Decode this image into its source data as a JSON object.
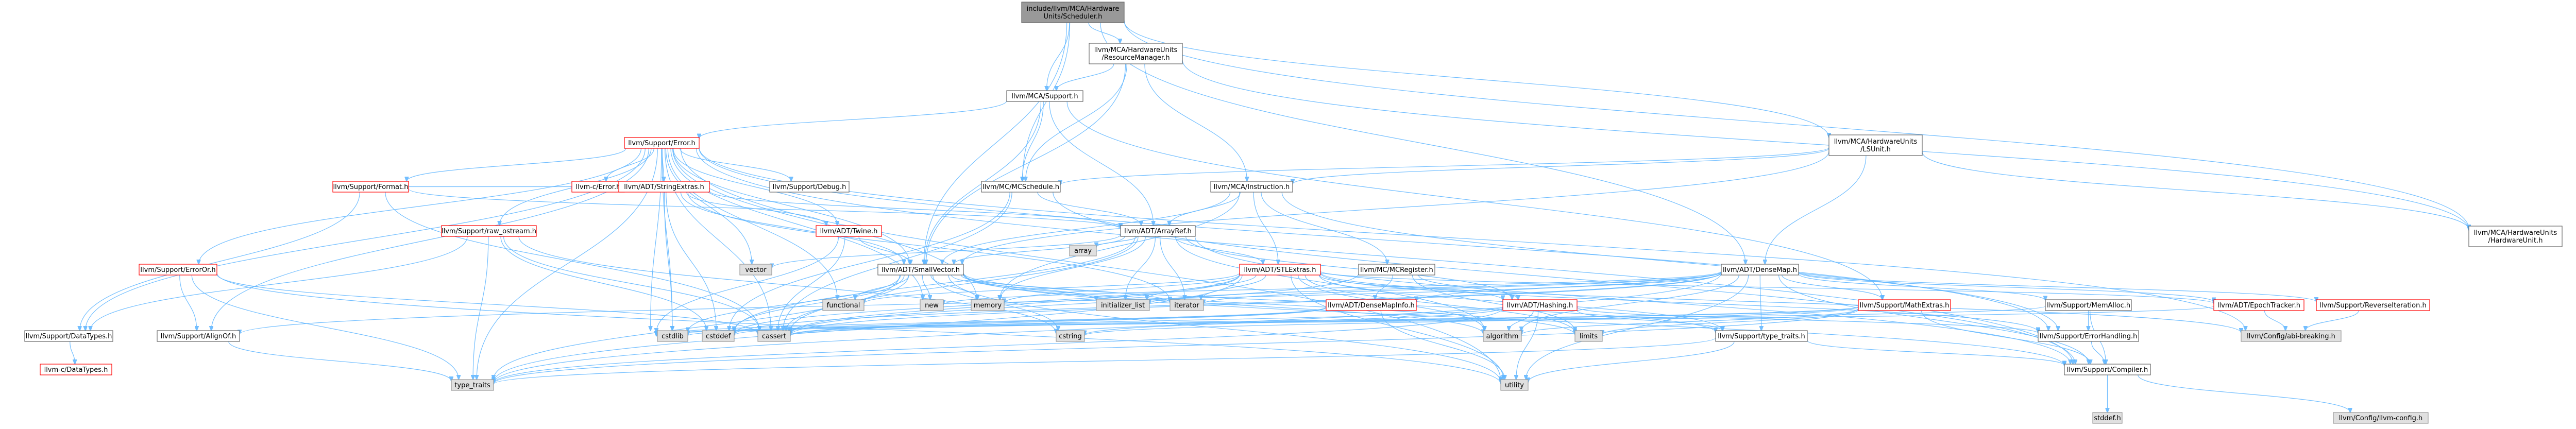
{
  "colors": {
    "root_fill": "#999999",
    "root_stroke": "#666666",
    "normal_fill": "#ffffff",
    "normal_stroke": "#666666",
    "red_stroke": "#ff0000",
    "gray_fill": "#e0e0e0",
    "gray_stroke": "#999999",
    "edge": "#63b8ff"
  },
  "nodes": [
    {
      "id": "root",
      "lines": [
        "include/llvm/MCA/Hardware",
        "Units/Scheduler.h"
      ],
      "style": "root"
    },
    {
      "id": "rm",
      "lines": [
        "llvm/MCA/HardwareUnits",
        "/ResourceManager.h"
      ],
      "style": "normal"
    },
    {
      "id": "mcasupport",
      "lines": [
        "llvm/MCA/Support.h"
      ],
      "style": "normal"
    },
    {
      "id": "lsunit",
      "lines": [
        "llvm/MCA/HardwareUnits",
        "/LSUnit.h"
      ],
      "style": "normal"
    },
    {
      "id": "supporterror",
      "lines": [
        "llvm/Support/Error.h"
      ],
      "style": "red"
    },
    {
      "id": "mcinstr",
      "lines": [
        "llvm/MCA/Instruction.h"
      ],
      "style": "normal"
    },
    {
      "id": "mcschedule",
      "lines": [
        "llvm/MC/MCSchedule.h"
      ],
      "style": "normal"
    },
    {
      "id": "hwunit",
      "lines": [
        "llvm/MCA/HardwareUnits",
        "/HardwareUnit.h"
      ],
      "style": "normal"
    },
    {
      "id": "supportformat",
      "lines": [
        "llvm/Support/Format.h"
      ],
      "style": "red"
    },
    {
      "id": "cerror",
      "lines": [
        "llvm-c/Error.h"
      ],
      "style": "red"
    },
    {
      "id": "stringextras",
      "lines": [
        "llvm/ADT/StringExtras.h"
      ],
      "style": "red"
    },
    {
      "id": "supportdebug",
      "lines": [
        "llvm/Support/Debug.h"
      ],
      "style": "normal"
    },
    {
      "id": "rawostream",
      "lines": [
        "llvm/Support/raw_ostream.h"
      ],
      "style": "red"
    },
    {
      "id": "twine",
      "lines": [
        "llvm/ADT/Twine.h"
      ],
      "style": "red"
    },
    {
      "id": "arrayref",
      "lines": [
        "llvm/ADT/ArrayRef.h"
      ],
      "style": "normal"
    },
    {
      "id": "smallvector",
      "lines": [
        "llvm/ADT/SmallVector.h"
      ],
      "style": "normal"
    },
    {
      "id": "stlextras",
      "lines": [
        "llvm/ADT/STLExtras.h"
      ],
      "style": "red"
    },
    {
      "id": "mcregister",
      "lines": [
        "llvm/MC/MCRegister.h"
      ],
      "style": "normal"
    },
    {
      "id": "densemap",
      "lines": [
        "llvm/ADT/DenseMap.h"
      ],
      "style": "normal"
    },
    {
      "id": "erroror",
      "lines": [
        "llvm/Support/ErrorOr.h"
      ],
      "style": "red"
    },
    {
      "id": "densemapinfo",
      "lines": [
        "llvm/ADT/DenseMapInfo.h"
      ],
      "style": "red"
    },
    {
      "id": "hashing",
      "lines": [
        "llvm/ADT/Hashing.h"
      ],
      "style": "red"
    },
    {
      "id": "mathextras",
      "lines": [
        "llvm/Support/MathExtras.h"
      ],
      "style": "red"
    },
    {
      "id": "memalloc",
      "lines": [
        "llvm/Support/MemAlloc.h"
      ],
      "style": "normal"
    },
    {
      "id": "epochtracker",
      "lines": [
        "llvm/ADT/EpochTracker.h"
      ],
      "style": "red"
    },
    {
      "id": "reverseiteration",
      "lines": [
        "llvm/Support/ReverseIteration.h"
      ],
      "style": "red"
    },
    {
      "id": "supportdatatypes",
      "lines": [
        "llvm/Support/DataTypes.h"
      ],
      "style": "normal"
    },
    {
      "id": "alignof",
      "lines": [
        "llvm/Support/AlignOf.h"
      ],
      "style": "normal"
    },
    {
      "id": "cdatatypes",
      "lines": [
        "llvm-c/DataTypes.h"
      ],
      "style": "red"
    },
    {
      "id": "typetraits",
      "lines": [
        "llvm/Support/type_traits.h"
      ],
      "style": "normal"
    },
    {
      "id": "errorhandling",
      "lines": [
        "llvm/Support/ErrorHandling.h"
      ],
      "style": "normal"
    },
    {
      "id": "configabi",
      "lines": [
        "llvm/Config/abi-breaking.h"
      ],
      "style": "gray"
    },
    {
      "id": "compiler",
      "lines": [
        "llvm/Support/Compiler.h"
      ],
      "style": "normal"
    },
    {
      "id": "llvmconfig",
      "lines": [
        "llvm/Config/llvm-config.h"
      ],
      "style": "gray"
    },
    {
      "id": "cstddefh",
      "lines": [
        "stddef.h"
      ],
      "style": "gray"
    },
    {
      "id": "vector",
      "lines": [
        "vector"
      ],
      "style": "gray"
    },
    {
      "id": "array",
      "lines": [
        "array"
      ],
      "style": "gray"
    },
    {
      "id": "functional",
      "lines": [
        "functional"
      ],
      "style": "gray"
    },
    {
      "id": "new",
      "lines": [
        "new"
      ],
      "style": "gray"
    },
    {
      "id": "memory",
      "lines": [
        "memory"
      ],
      "style": "gray"
    },
    {
      "id": "initlist",
      "lines": [
        "initializer_list"
      ],
      "style": "gray"
    },
    {
      "id": "iterator",
      "lines": [
        "iterator"
      ],
      "style": "gray"
    },
    {
      "id": "cstdlib",
      "lines": [
        "cstdlib"
      ],
      "style": "gray"
    },
    {
      "id": "cstddef",
      "lines": [
        "cstddef"
      ],
      "style": "gray"
    },
    {
      "id": "cassert",
      "lines": [
        "cassert"
      ],
      "style": "gray"
    },
    {
      "id": "cstring",
      "lines": [
        "cstring"
      ],
      "style": "gray"
    },
    {
      "id": "algorithm",
      "lines": [
        "algorithm"
      ],
      "style": "gray"
    },
    {
      "id": "climits",
      "lines": [
        "limits"
      ],
      "style": "gray"
    },
    {
      "id": "typetraitsstd",
      "lines": [
        "type_traits"
      ],
      "style": "gray"
    },
    {
      "id": "utility",
      "lines": [
        "utility"
      ],
      "style": "gray"
    }
  ],
  "edges": [
    [
      "root",
      "rm"
    ],
    [
      "root",
      "mcasupport"
    ],
    [
      "root",
      "lsunit"
    ],
    [
      "root",
      "mcschedule"
    ],
    [
      "root",
      "hwunit"
    ],
    [
      "root",
      "smallvector"
    ],
    [
      "root",
      "densemap"
    ],
    [
      "rm",
      "mcasupport"
    ],
    [
      "rm",
      "mcinstr"
    ],
    [
      "rm",
      "mcschedule"
    ],
    [
      "rm",
      "smallvector"
    ],
    [
      "rm",
      "hwunit"
    ],
    [
      "mcasupport",
      "supporterror"
    ],
    [
      "mcasupport",
      "mcschedule"
    ],
    [
      "mcasupport",
      "arrayref"
    ],
    [
      "mcasupport",
      "smallvector"
    ],
    [
      "mcasupport",
      "mathextras"
    ],
    [
      "lsunit",
      "mcinstr"
    ],
    [
      "lsunit",
      "hwunit"
    ],
    [
      "lsunit",
      "densemap"
    ],
    [
      "lsunit",
      "smallvector"
    ],
    [
      "lsunit",
      "mcschedule"
    ],
    [
      "supporterror",
      "supportformat"
    ],
    [
      "supporterror",
      "cerror"
    ],
    [
      "supporterror",
      "stringextras"
    ],
    [
      "supporterror",
      "supportdebug"
    ],
    [
      "supporterror",
      "rawostream"
    ],
    [
      "supporterror",
      "twine"
    ],
    [
      "supporterror",
      "smallvector"
    ],
    [
      "supporterror",
      "erroror"
    ],
    [
      "supporterror",
      "supportdatatypes"
    ],
    [
      "supporterror",
      "alignof"
    ],
    [
      "supporterror",
      "compiler"
    ],
    [
      "supporterror",
      "errorhandling"
    ],
    [
      "supporterror",
      "configabi"
    ],
    [
      "supporterror",
      "vector"
    ],
    [
      "supporterror",
      "cassert"
    ],
    [
      "supporterror",
      "cstdlib"
    ],
    [
      "supporterror",
      "functional"
    ],
    [
      "supporterror",
      "memory"
    ],
    [
      "supporterror",
      "new"
    ],
    [
      "supporterror",
      "utility"
    ],
    [
      "supporterror",
      "typetraitsstd"
    ],
    [
      "supporterror",
      "cstdint"
    ],
    [
      "mcinstr",
      "arrayref"
    ],
    [
      "mcinstr",
      "smallvector"
    ],
    [
      "mcinstr",
      "stlextras"
    ],
    [
      "mcinstr",
      "mcregister"
    ],
    [
      "mcinstr",
      "errorhandling"
    ],
    [
      "mcinstr",
      "memory"
    ],
    [
      "mcschedule",
      "arrayref"
    ],
    [
      "mcschedule",
      "compiler"
    ],
    [
      "mcschedule",
      "cassert"
    ],
    [
      "mcschedule",
      "cstddef"
    ],
    [
      "supportformat",
      "arrayref"
    ],
    [
      "supportformat",
      "stringextras"
    ],
    [
      "supportformat",
      "supportdatatypes"
    ],
    [
      "supportformat",
      "cassert"
    ],
    [
      "stringextras",
      "arrayref"
    ],
    [
      "stringextras",
      "smallvector"
    ],
    [
      "stringextras",
      "twine"
    ],
    [
      "stringextras",
      "iterator"
    ],
    [
      "stringextras",
      "cstdlib"
    ],
    [
      "stringextras",
      "cstddef"
    ],
    [
      "rawostream",
      "supportdatatypes"
    ],
    [
      "rawostream",
      "cassert"
    ],
    [
      "rawostream",
      "cstddef"
    ],
    [
      "rawostream",
      "cstring"
    ],
    [
      "rawostream",
      "typetraitsstd"
    ],
    [
      "twine",
      "smallvector"
    ],
    [
      "twine",
      "cassert"
    ],
    [
      "twine",
      "cstdint"
    ],
    [
      "arrayref",
      "smallvector"
    ],
    [
      "arrayref",
      "stlextras"
    ],
    [
      "arrayref",
      "hashing"
    ],
    [
      "arrayref",
      "compiler"
    ],
    [
      "arrayref",
      "array"
    ],
    [
      "arrayref",
      "vector"
    ],
    [
      "arrayref",
      "iterator"
    ],
    [
      "arrayref",
      "memory"
    ],
    [
      "arrayref",
      "initlist"
    ],
    [
      "arrayref",
      "cassert"
    ],
    [
      "arrayref",
      "cstddef"
    ],
    [
      "arrayref",
      "algorithm"
    ],
    [
      "smallvector",
      "compiler"
    ],
    [
      "smallvector",
      "typetraits"
    ],
    [
      "smallvector",
      "algorithm"
    ],
    [
      "smallvector",
      "cassert"
    ],
    [
      "smallvector",
      "cstddef"
    ],
    [
      "smallvector",
      "cstdlib"
    ],
    [
      "smallvector",
      "cstring"
    ],
    [
      "smallvector",
      "functional"
    ],
    [
      "smallvector",
      "initlist"
    ],
    [
      "smallvector",
      "iterator"
    ],
    [
      "smallvector",
      "climits"
    ],
    [
      "smallvector",
      "memory"
    ],
    [
      "smallvector",
      "new"
    ],
    [
      "smallvector",
      "typetraitsstd"
    ],
    [
      "smallvector",
      "utility"
    ],
    [
      "stlextras",
      "hashing"
    ],
    [
      "stlextras",
      "epochtracker"
    ],
    [
      "stlextras",
      "typetraits"
    ],
    [
      "stlextras",
      "errorhandling"
    ],
    [
      "stlextras",
      "configabi"
    ],
    [
      "stlextras",
      "iterator"
    ],
    [
      "stlextras",
      "memory"
    ],
    [
      "stlextras",
      "utility"
    ],
    [
      "stlextras",
      "algorithm"
    ],
    [
      "stlextras",
      "cassert"
    ],
    [
      "stlextras",
      "cstddef"
    ],
    [
      "stlextras",
      "functional"
    ],
    [
      "stlextras",
      "initlist"
    ],
    [
      "stlextras",
      "climits"
    ],
    [
      "stlextras",
      "typetraitsstd"
    ],
    [
      "mcregister",
      "densemapinfo"
    ],
    [
      "mcregister",
      "hashing"
    ],
    [
      "mcregister",
      "cassert"
    ],
    [
      "mcregister",
      "climits"
    ],
    [
      "densemap",
      "densemapinfo"
    ],
    [
      "densemap",
      "epochtracker"
    ],
    [
      "densemap",
      "alignof"
    ],
    [
      "densemap",
      "compiler"
    ],
    [
      "densemap",
      "mathextras"
    ],
    [
      "densemap",
      "memalloc"
    ],
    [
      "densemap",
      "reverseiteration"
    ],
    [
      "densemap",
      "typetraits"
    ],
    [
      "densemap",
      "algorithm"
    ],
    [
      "densemap",
      "cassert"
    ],
    [
      "densemap",
      "cstddef"
    ],
    [
      "densemap",
      "initlist"
    ],
    [
      "densemap",
      "iterator"
    ],
    [
      "densemap",
      "new"
    ],
    [
      "densemap",
      "typetraitsstd"
    ],
    [
      "densemap",
      "utility"
    ],
    [
      "erroror",
      "alignof"
    ],
    [
      "erroror",
      "cassert"
    ],
    [
      "erroror",
      "typetraitsstd"
    ],
    [
      "erroror",
      "utility"
    ],
    [
      "densemapinfo",
      "cassert"
    ],
    [
      "densemapinfo",
      "cstddef"
    ],
    [
      "densemapinfo",
      "cstdint"
    ],
    [
      "densemapinfo",
      "utility"
    ],
    [
      "hashing",
      "errorhandling"
    ],
    [
      "hashing",
      "typetraits"
    ],
    [
      "hashing",
      "algorithm"
    ],
    [
      "hashing",
      "cassert"
    ],
    [
      "hashing",
      "cstring"
    ],
    [
      "hashing",
      "utility"
    ],
    [
      "hashing",
      "typetraitsstd"
    ],
    [
      "mathextras",
      "compiler"
    ],
    [
      "mathextras",
      "cassert"
    ],
    [
      "mathextras",
      "climits"
    ],
    [
      "mathextras",
      "cstdint"
    ],
    [
      "mathextras",
      "typetraitsstd"
    ],
    [
      "mathextras",
      "algorithm"
    ],
    [
      "mathextras",
      "cstring"
    ],
    [
      "memalloc",
      "compiler"
    ],
    [
      "memalloc",
      "errorhandling"
    ],
    [
      "memalloc",
      "cstdlib"
    ],
    [
      "epochtracker",
      "configabi"
    ],
    [
      "epochtracker",
      "cstdint"
    ],
    [
      "reverseiteration",
      "configabi"
    ],
    [
      "supportdatatypes",
      "cdatatypes"
    ],
    [
      "alignof",
      "typetraitsstd"
    ],
    [
      "typetraits",
      "compiler"
    ],
    [
      "typetraits",
      "typetraitsstd"
    ],
    [
      "typetraits",
      "utility"
    ],
    [
      "errorhandling",
      "compiler"
    ],
    [
      "compiler",
      "llvmconfig"
    ],
    [
      "compiler",
      "cstddefh"
    ]
  ]
}
